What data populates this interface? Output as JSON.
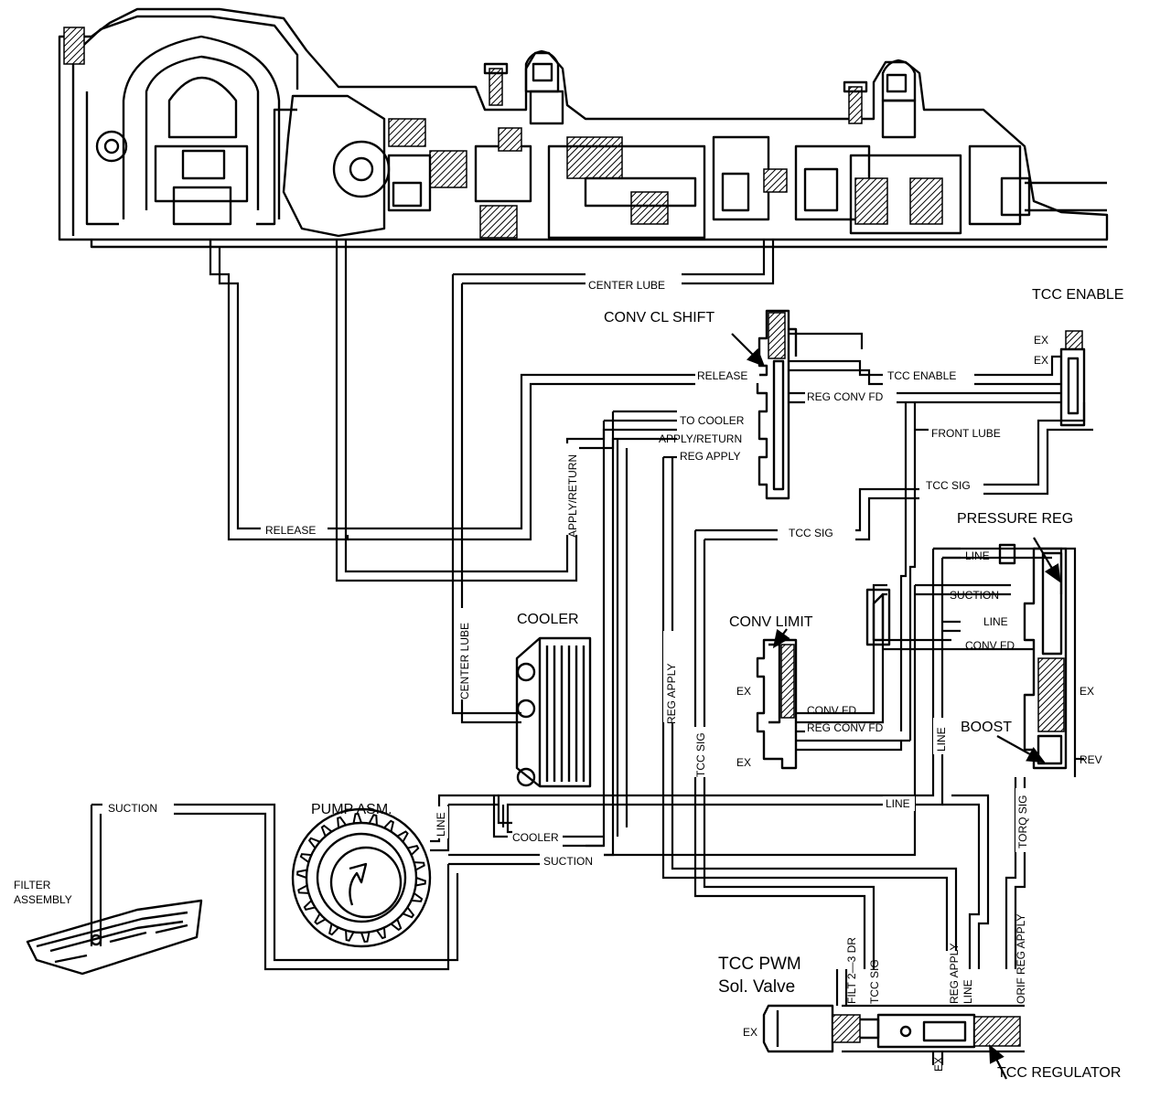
{
  "components": {
    "tcc_enable": "TCC ENABLE",
    "conv_cl_shift": "CONV CL SHIFT",
    "pressure_reg": "PRESSURE REG",
    "cooler": "COOLER",
    "conv_limit": "CONV LIMIT",
    "boost": "BOOST",
    "pump_asm": "PUMP ASM.",
    "filter_line1": "FILTER",
    "filter_line2": "ASSEMBLY",
    "tcc_pwm_line1": "TCC PWM",
    "tcc_pwm_line2": "Sol. Valve",
    "tcc_regulator": "TCC REGULATOR"
  },
  "circuits": {
    "center_lube_top": "CENTER LUBE",
    "center_lube_vertical": "CENTER LUBE",
    "release_top": "RELEASE",
    "release_left": "RELEASE",
    "reg_conv_fd_top": "REG CONV FD",
    "tcc_enable_line": "TCC ENABLE",
    "to_cooler": "TO COOLER",
    "apply_return_top": "APPLY/RETURN",
    "apply_return_vertical": "APPLY/RETURN",
    "reg_apply_top": "REG APPLY",
    "front_lube": "FRONT LUBE",
    "tcc_sig_right": "TCC SIG",
    "tcc_sig_mid": "TCC SIG",
    "line_pr1": "LINE",
    "suction_pr": "SUCTION",
    "line_pr2": "LINE",
    "conv_fd_pr": "CONV FD",
    "ex_pr": "EX",
    "rev": "REV",
    "torq_sig": "TORQ SIG",
    "ex_limit1": "EX",
    "ex_limit2": "EX",
    "conv_fd_limit": "CONV FD",
    "reg_conv_fd_limit": "REG CONV FD",
    "line_vertical": "LINE",
    "line_horizontal": "LINE",
    "reg_apply_vertical": "REG APPLY",
    "tcc_sig_vertical": "TCC SIG",
    "suction_top_left": "SUCTION",
    "line_pump": "LINE",
    "cooler_line": "COOLER",
    "suction_bottom": "SUCTION",
    "filt_2_3_dr": "FILT 2—3 DR",
    "tcc_sig_bottom": "TCC SIG",
    "reg_apply_bottom": "REG APPLY",
    "line_bottom": "LINE",
    "orif_reg_apply": "ORIF REG APPLY",
    "ex_pwm": "EX",
    "ex_reg": "EX",
    "ex_enable1": "EX",
    "ex_enable2": "EX"
  }
}
